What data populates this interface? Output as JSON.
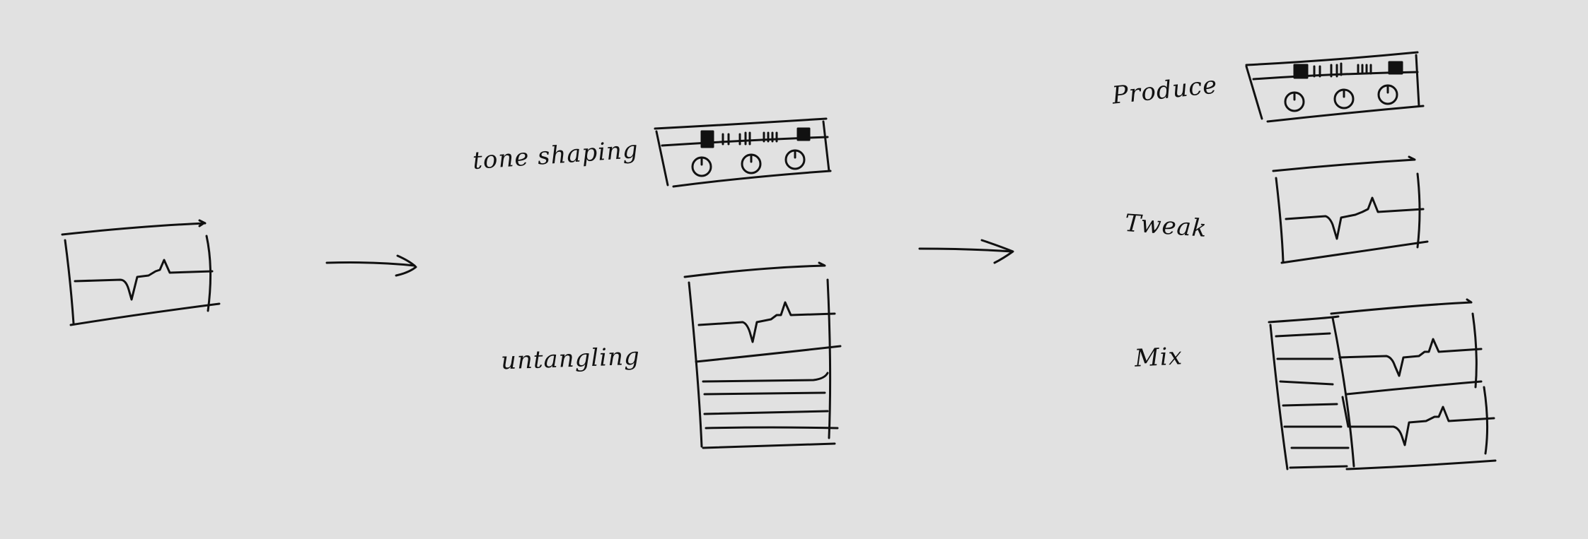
{
  "labels": {
    "tone_shaping": "tone shaping",
    "untangling": "untangling",
    "produce": "Produce",
    "tweak": "Tweak",
    "mix": "Mix"
  },
  "colors": {
    "background": "#e1e1e1",
    "ink": "#111111"
  },
  "icons": {
    "arrow": "hand-drawn-right-arrow",
    "knob": "knob-circle-icon"
  }
}
